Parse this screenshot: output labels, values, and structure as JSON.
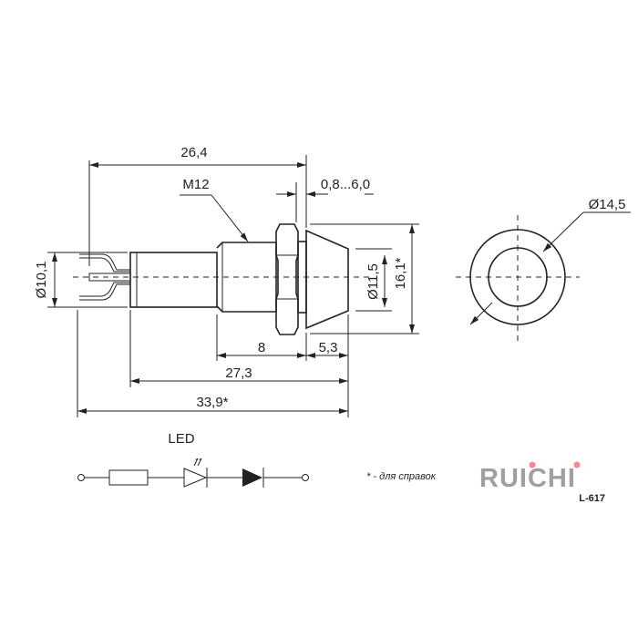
{
  "dimensions": {
    "overall_to_flange": "26,4",
    "thread": "M12",
    "panel_thickness": "0,8...6,0",
    "body_diameter": "Ø10,1",
    "lens_diameter": "Ø11,5",
    "nut_height": "16,1*",
    "thread_length": "8",
    "lens_length": "5,3",
    "body_length": "27,3",
    "total_length": "33,9*",
    "front_diameter": "Ø14,5"
  },
  "schematic": {
    "label": "LED"
  },
  "note": "* - для справок",
  "brand": {
    "logo": "RUICHI",
    "model": "L-617",
    "gray": "#a0a0a0",
    "dot": "#f08a94"
  }
}
